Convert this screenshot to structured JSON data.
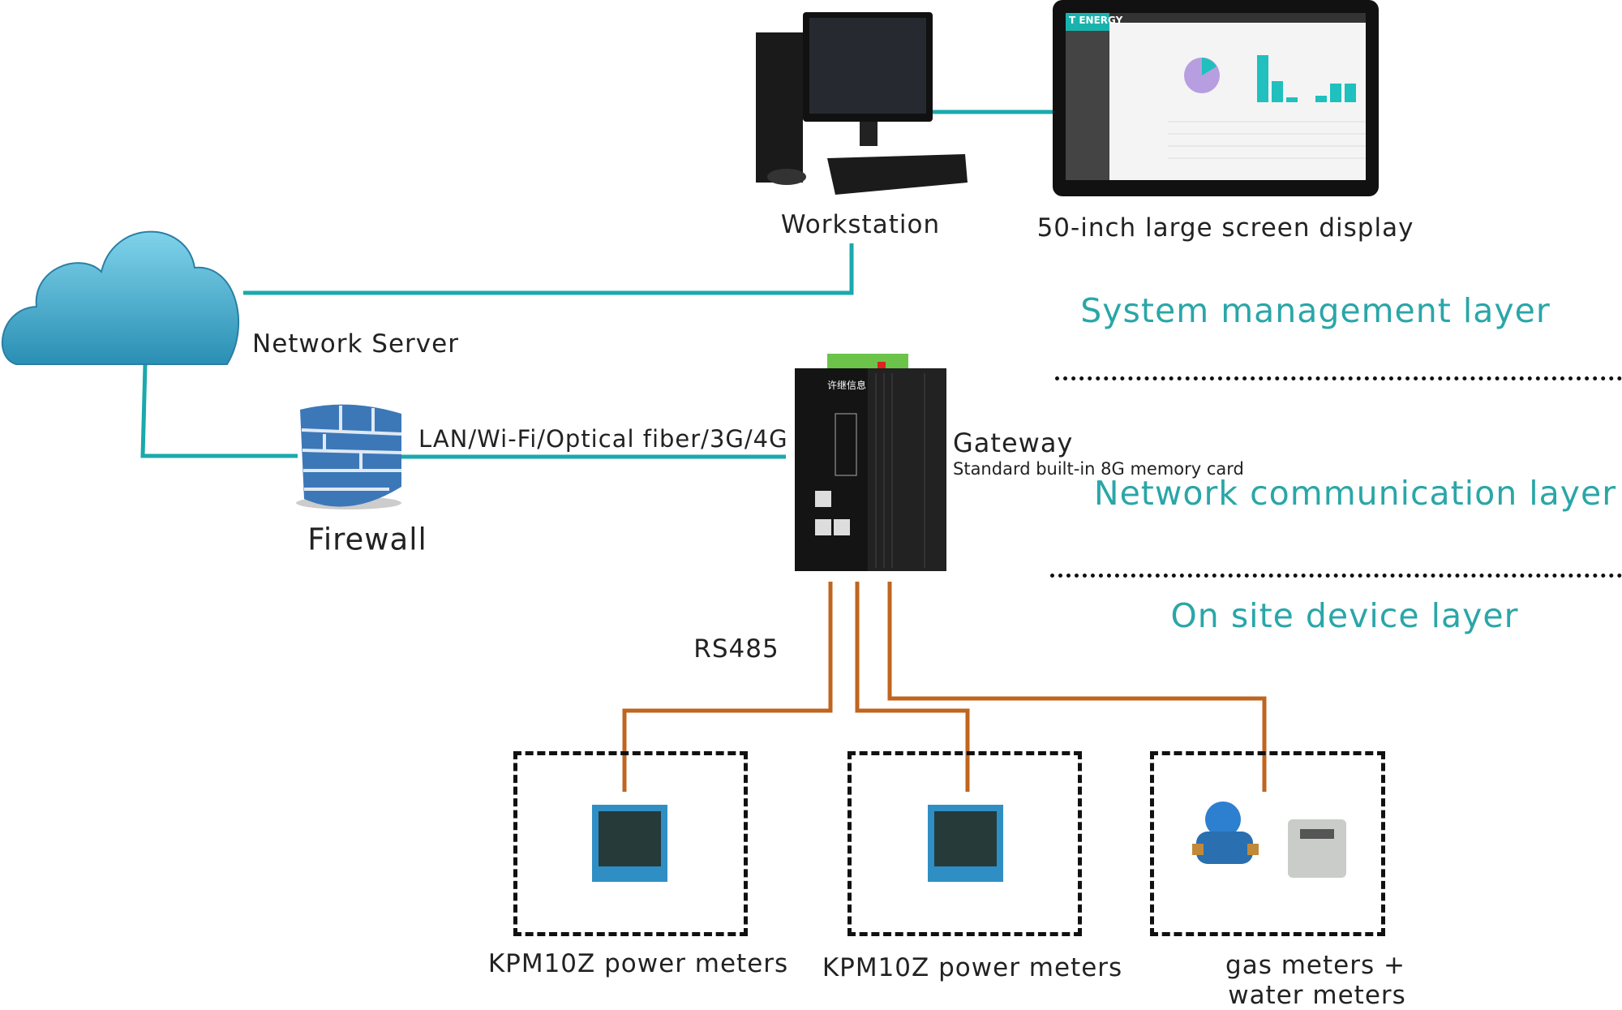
{
  "workstation": {
    "label": "Workstation"
  },
  "display": {
    "label": "50-inch large screen display",
    "screen_brand": "T ENERGY"
  },
  "cloud": {
    "label": "Network Server"
  },
  "firewall": {
    "label": "Firewall"
  },
  "link": {
    "label": "LAN/Wi-Fi/Optical fiber/3G/4G"
  },
  "gateway": {
    "label": "Gateway",
    "sublabel": "Standard built-in 8G memory card",
    "brand": "许继信息"
  },
  "layers": {
    "system": "System management layer",
    "network": "Network communication layer",
    "device": "On site device layer"
  },
  "bus": {
    "label": "RS485"
  },
  "devices": [
    {
      "label": "KPM10Z power meters"
    },
    {
      "label": "KPM10Z power meters"
    },
    {
      "label_line1": "gas meters +",
      "label_line2": "water meters"
    }
  ],
  "colors": {
    "network_line": "#1aa9ad",
    "rs485_line": "#c0651f",
    "layer_text": "#2aa6a8"
  }
}
